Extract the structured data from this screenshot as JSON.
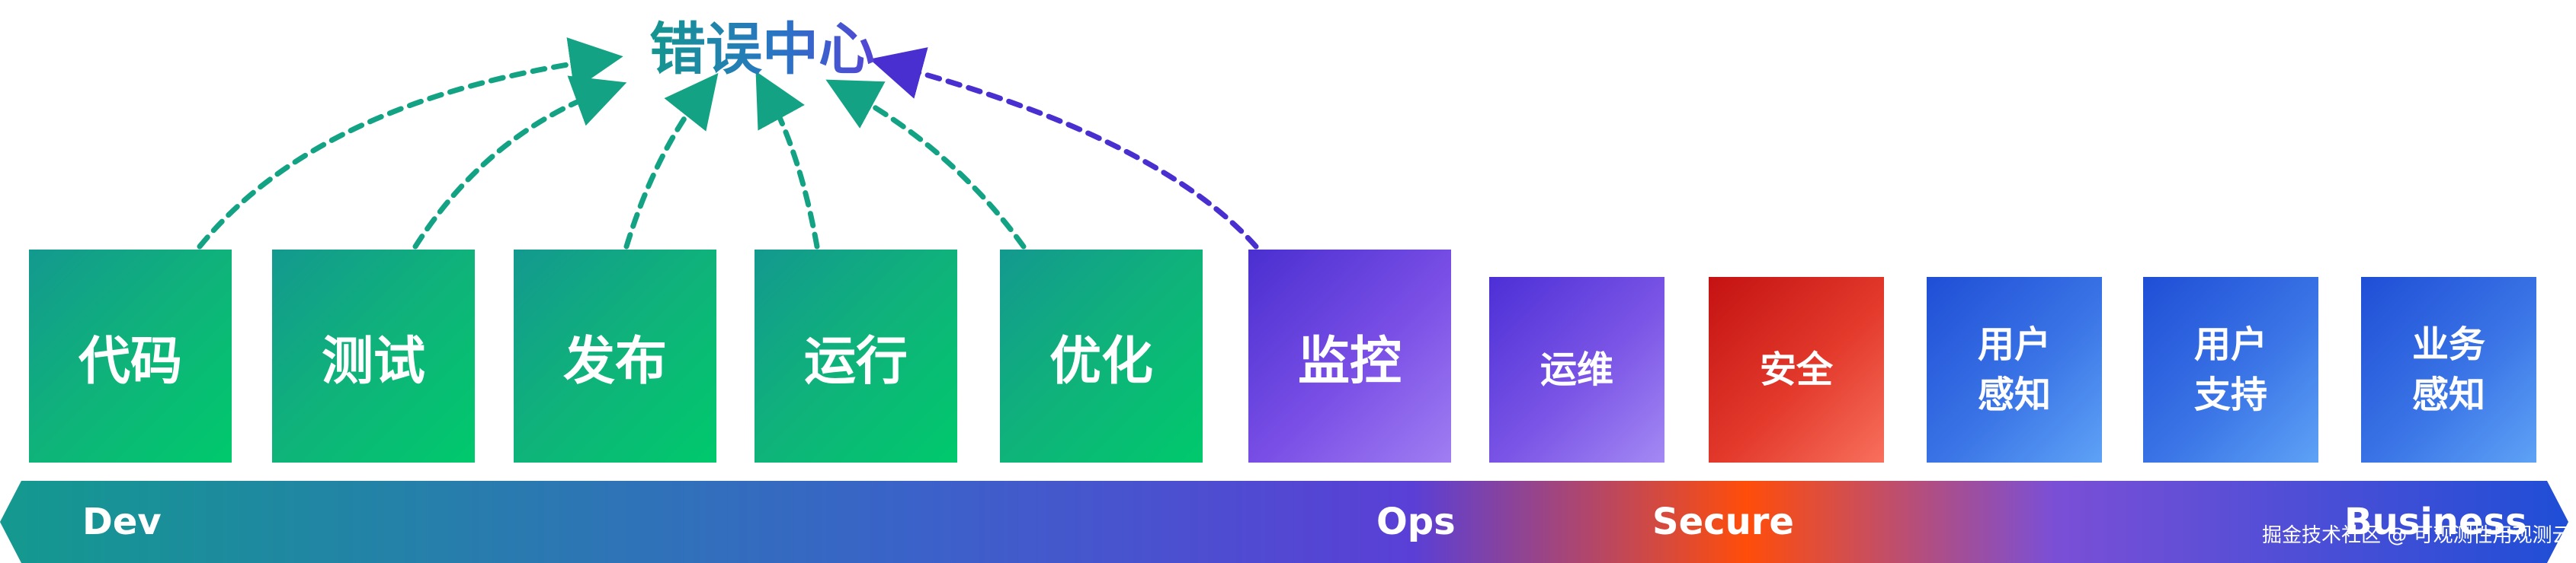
{
  "title": "错误中心",
  "stages": [
    {
      "label": "代码"
    },
    {
      "label": "测试"
    },
    {
      "label": "发布"
    },
    {
      "label": "运行"
    },
    {
      "label": "优化"
    },
    {
      "label": "监控"
    }
  ],
  "right_boxes": [
    {
      "line1": "运维",
      "line2": ""
    },
    {
      "line1": "安全",
      "line2": ""
    },
    {
      "line1": "用户",
      "line2": "感知"
    },
    {
      "line1": "用户",
      "line2": "支持"
    },
    {
      "line1": "业务",
      "line2": "感知"
    }
  ],
  "band": {
    "dev": "Dev",
    "ops": "Ops",
    "secure": "Secure",
    "business": "Business"
  },
  "watermark": "掘金技术社区 @ 可观测性用观测云",
  "colors": {
    "green_arrow": "#13a384",
    "purple_arrow": "#4a2fd0",
    "band_start": "#13998f",
    "band_mid": "#4a2fd0",
    "band_secure": "#ff4d0a",
    "band_end": "#1f4ed6"
  }
}
